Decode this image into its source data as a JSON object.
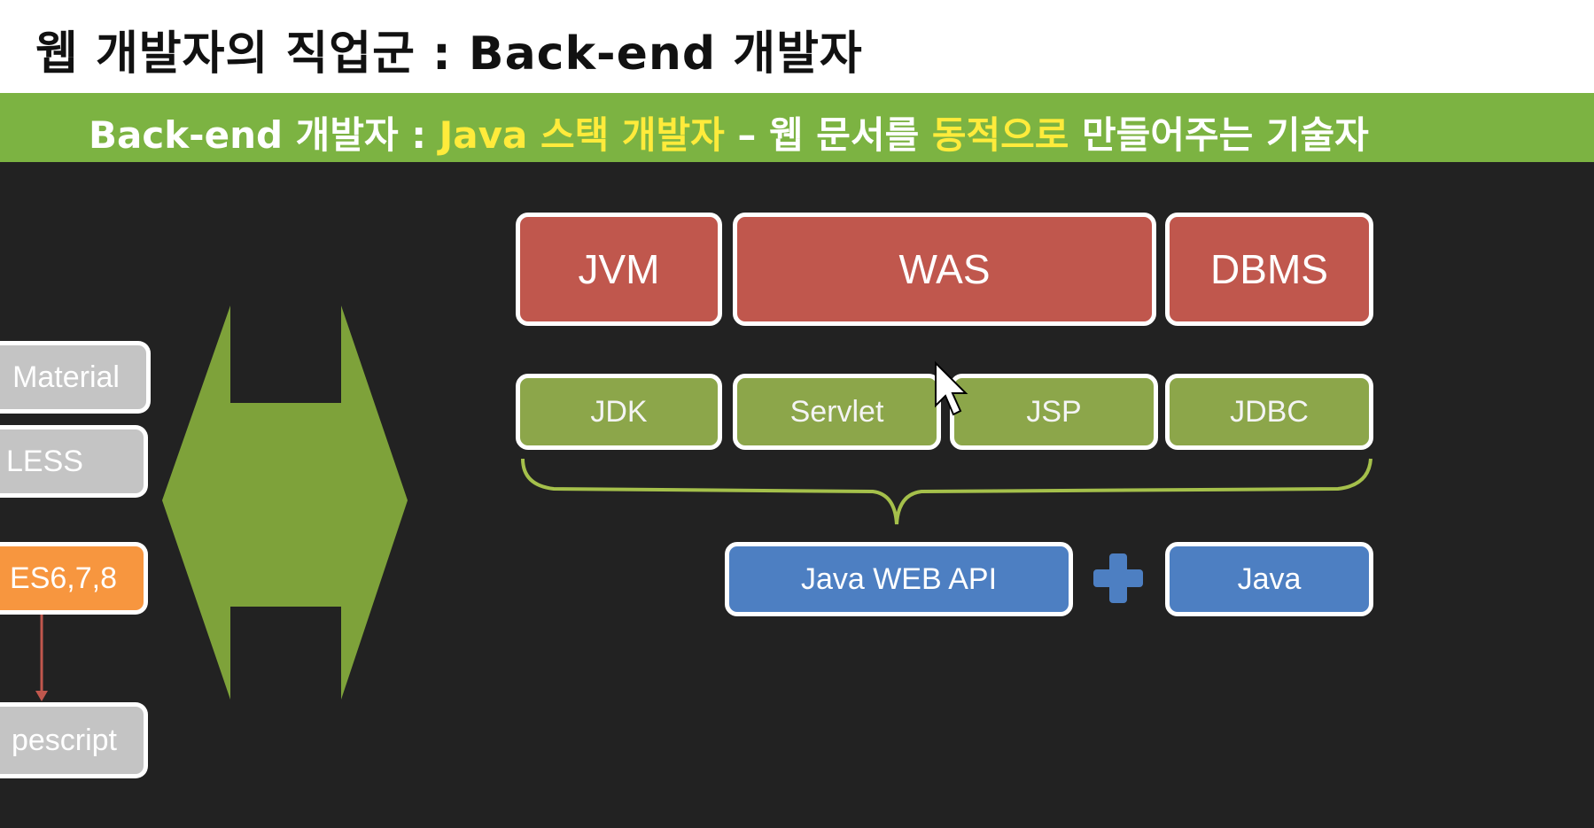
{
  "title": "웹 개발자의 직업군 : Back-end 개발자",
  "subtitle": {
    "part1": "Back-end 개발자 : ",
    "part2": "Java 스택 개발자",
    "part3": " – 웹 문서를 ",
    "part4": "동적으로",
    "part5": " 만들어주는 기술자"
  },
  "left_stack": {
    "material": "Material",
    "less": "LESS",
    "es": "ES6,7,8",
    "typescript": "pescript"
  },
  "top_row": {
    "jvm": "JVM",
    "was": "WAS",
    "dbms": "DBMS"
  },
  "middle_row": {
    "jdk": "JDK",
    "servlet": "Servlet",
    "jsp": "JSP",
    "jdbc": "JDBC"
  },
  "bottom_row": {
    "java_web_api": "Java WEB API",
    "java": "Java"
  },
  "colors": {
    "red": "#c0574d",
    "green": "#8ca64a",
    "blue": "#4d7fc2",
    "gray": "#c4c4c4",
    "orange": "#f7963f",
    "band": "#7cb342",
    "highlight": "#ffeb3b"
  }
}
